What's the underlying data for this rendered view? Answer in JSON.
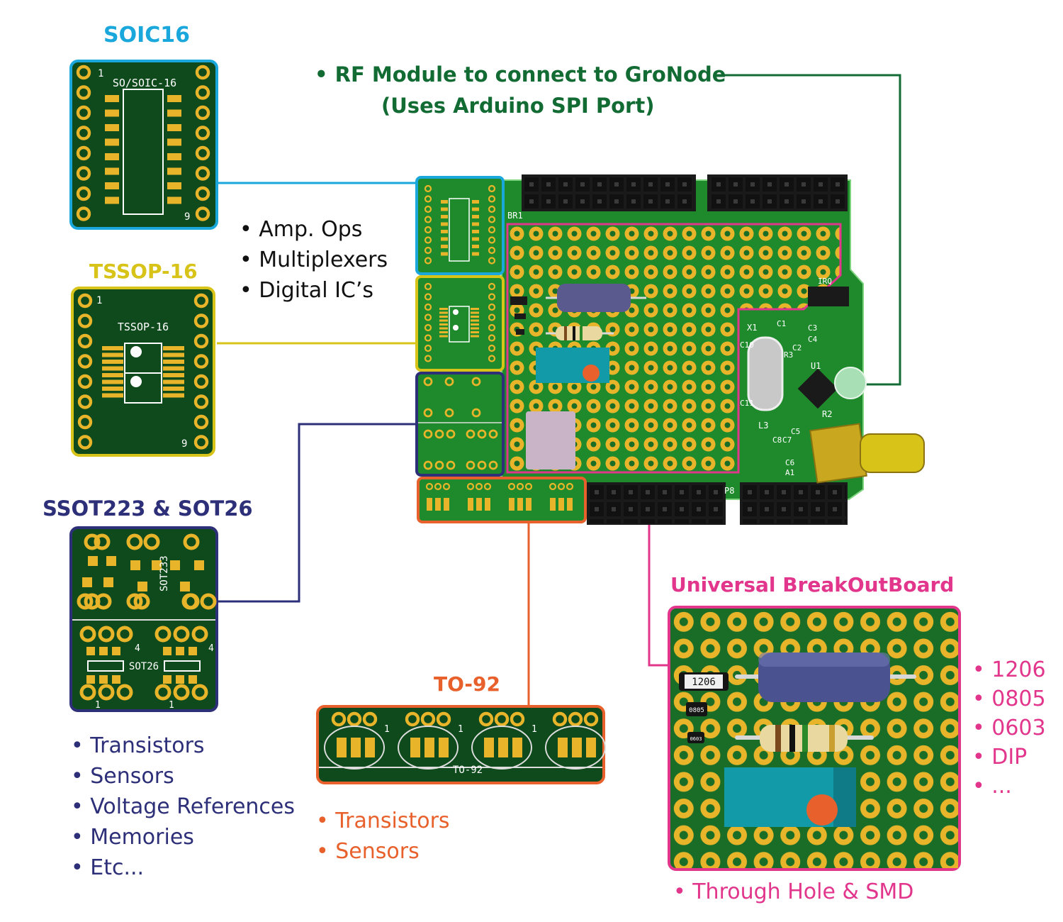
{
  "colors": {
    "soic": "#1aa7dc",
    "tssop": "#d8c318",
    "sot": "#2d2f78",
    "to92": "#e8612c",
    "universal": "#e2358c",
    "rf": "#136b34",
    "pcb_dark": "#0f4a1c",
    "pcb_light": "#1f8a2c",
    "pad": "#e8b52a"
  },
  "sections": {
    "soic": {
      "title": "SOIC16",
      "board_label": "SO/SOIC-16",
      "pin_first": "1",
      "pin_last": "9"
    },
    "tssop": {
      "title": "TSSOP-16",
      "board_label": "TSSOP-16",
      "pin_first": "1",
      "pin_last": "9"
    },
    "ic_uses": [
      "Amp. Ops",
      "Multiplexers",
      "Digital IC’s"
    ],
    "sot": {
      "title": "SSOT223 & SOT26",
      "label_sot223": "SOT233",
      "label_sot26": "SOT26",
      "pin_1": "1",
      "pin_4": "4",
      "uses": [
        "Transistors",
        "Sensors",
        "Voltage References",
        "Memories",
        "Etc..."
      ]
    },
    "to92": {
      "title": "TO-92",
      "board_label": "TO-92",
      "pin_1": "1",
      "uses": [
        "Transistors",
        "Sensors"
      ]
    },
    "rf": {
      "title_line1": "RF Module to connect to GroNode",
      "title_line2": "(Uses Arduino SPI Port)"
    },
    "universal": {
      "title": "Universal BreakOutBoard",
      "packages": [
        "1206",
        "0805",
        "0603",
        "DIP",
        "..."
      ],
      "note": "Through Hole & SMD",
      "smd_1206": "1206",
      "smd_0805": "0805",
      "smd_0603": "0603"
    }
  },
  "shield": {
    "labels": {
      "br1": "BR1",
      "p8": "P8",
      "irq": "IRQ",
      "x1": "X1",
      "u1": "U1",
      "r2": "R2",
      "r3": "R3",
      "l3": "L3",
      "c1": "C1",
      "c2": "C2",
      "c3": "C3",
      "c4": "C4",
      "c5": "C5",
      "c6": "C6",
      "c7": "C7",
      "c8": "C8",
      "c10": "C10",
      "c11": "C11",
      "a1": "A1"
    }
  }
}
